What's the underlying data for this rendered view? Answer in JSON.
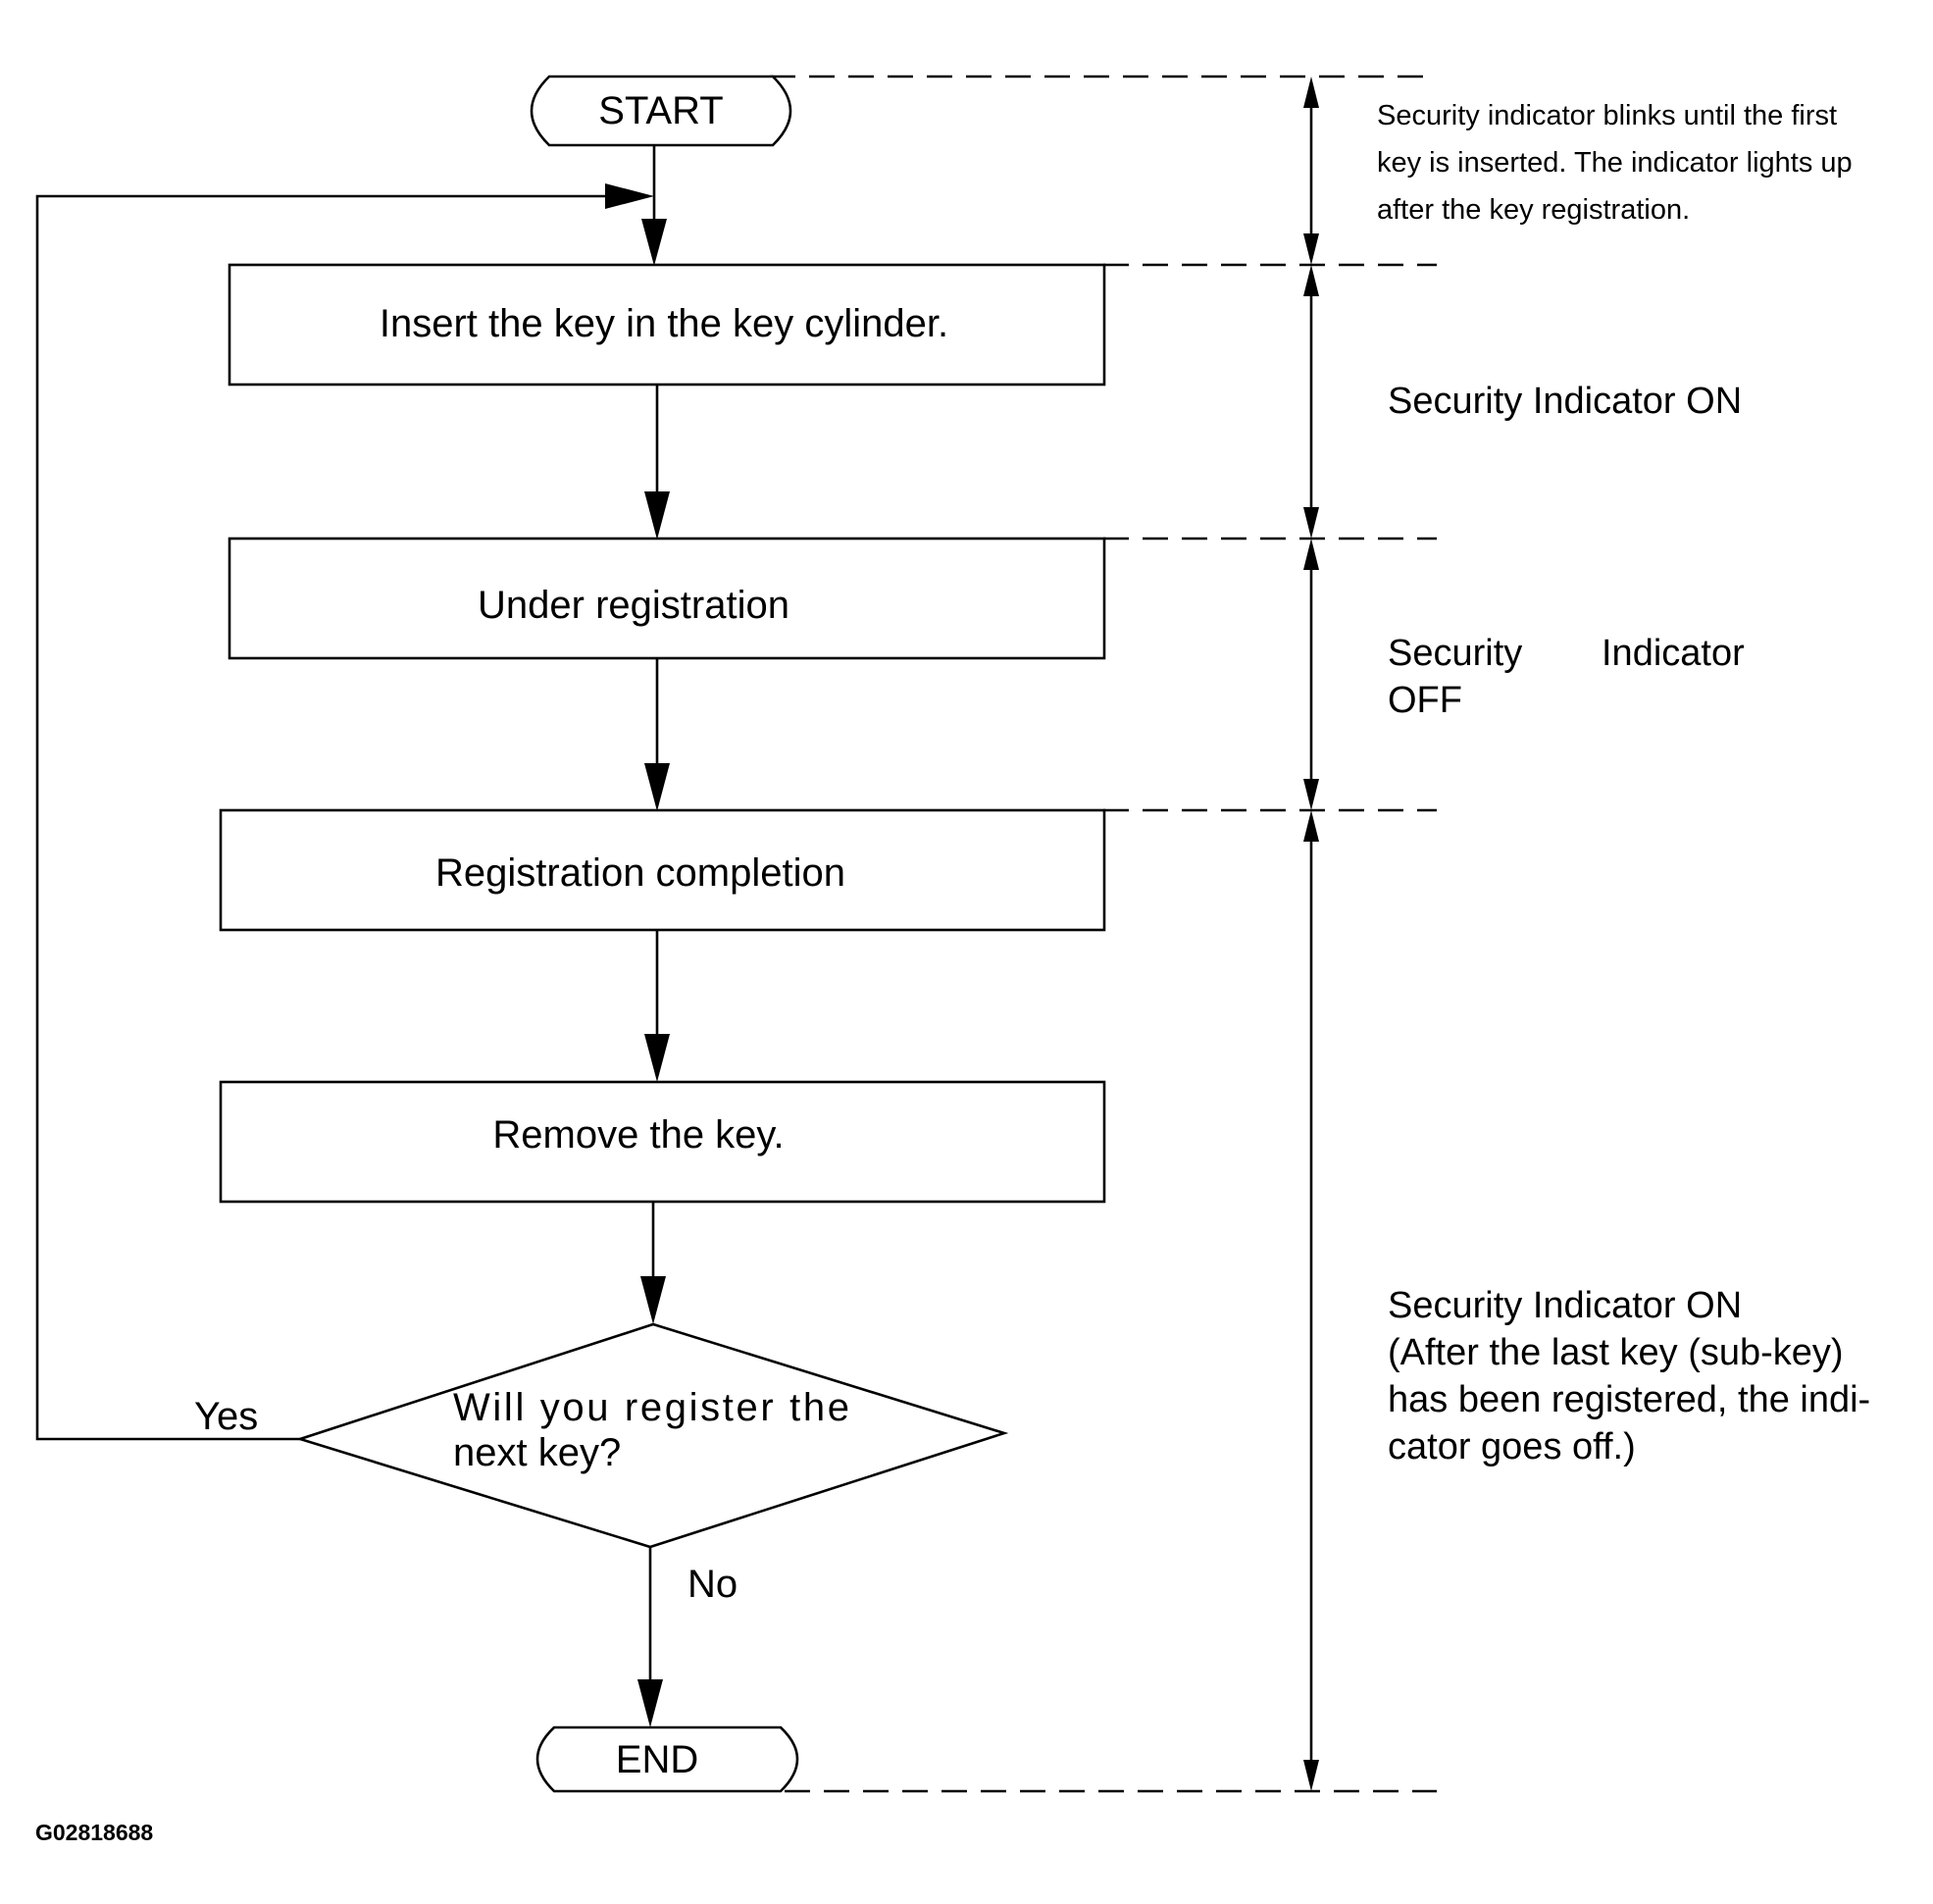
{
  "flow": {
    "start": "START",
    "step_insert": "Insert the key in the key cylinder.",
    "step_under": "Under registration",
    "step_complete": "Registration completion",
    "step_remove": "Remove the key.",
    "decision_line1": "Will you register the",
    "decision_line2": "next key?",
    "yes_label": "Yes",
    "no_label": "No",
    "end": "END"
  },
  "notes": {
    "blink_line1": "Security indicator blinks until the first",
    "blink_line2": "key is inserted. The indicator lights up",
    "blink_line3": "after the key registration.",
    "on_1": "Security Indicator ON",
    "off_line1_a": "Security",
    "off_line1_b": "Indicator",
    "off_line2": "OFF",
    "on_2_line1": "Security Indicator ON",
    "on_2_line2": "(After the last key (sub-key)",
    "on_2_line3": "has been registered, the indi-",
    "on_2_line4": "cator goes off.)"
  },
  "figure_code": "G02818688"
}
